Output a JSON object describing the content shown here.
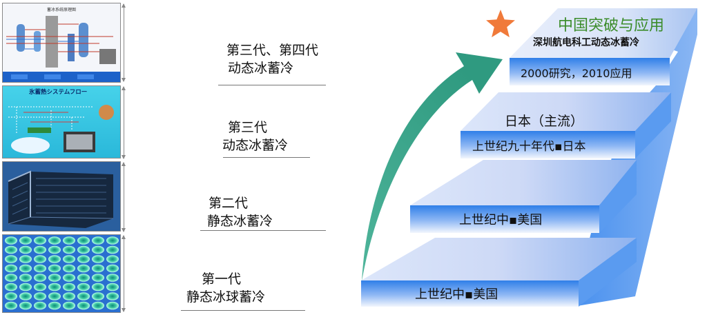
{
  "panels": [
    {
      "name": "panel-system-diagram",
      "title": "蓄冰系统原理图"
    },
    {
      "name": "panel-ice-storage-flow",
      "title": "氷蓄熱システムフロー"
    },
    {
      "name": "panel-ice-tank",
      "title": ""
    },
    {
      "name": "panel-ice-ball-grid",
      "title": ""
    }
  ],
  "generations": [
    {
      "line1": "第三代、第四代",
      "line2": "动态冰蓄冷"
    },
    {
      "line1": "第三代",
      "line2": "动态冰蓄冷"
    },
    {
      "line1": "第二代",
      "line2": "静态冰蓄冷"
    },
    {
      "line1": "第一代",
      "line2": "静态冰球蓄冷"
    }
  ],
  "stairs": {
    "step1": "上世纪中▪美国",
    "step2": "上世纪中▪美国",
    "step3": "上世纪九十年代▪日本",
    "step3_top": "日本（主流）",
    "step4": "2000研究，2010应用",
    "top_title": "中国突破与应用",
    "top_subtitle": "深圳航电科工动态冰蓄冷"
  },
  "colors": {
    "step_blue": "#3d8ef0",
    "step_light": "#dfe8fb",
    "side_blue": "#4f96ee",
    "arrow_teal": "#3fa58c",
    "star_orange": "#f07a3a",
    "title_green": "#3b8c2a"
  }
}
